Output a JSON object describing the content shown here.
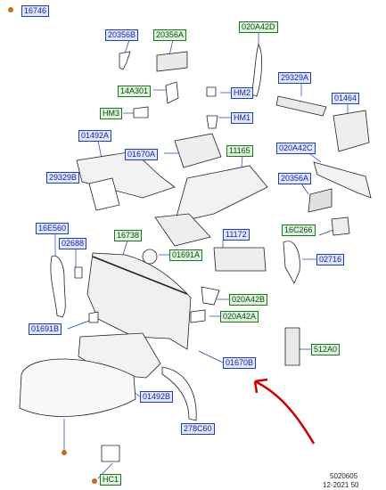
{
  "labels": {
    "top_ref": "16746",
    "l20356b": "20356B",
    "l20356a_top": "20356A",
    "l020a42d": "020A42D",
    "l14a301": "14A301",
    "hm2": "HM2",
    "l29329a": "29329A",
    "hm3": "HM3",
    "hm1": "HM1",
    "l01464": "01464",
    "l01492a": "01492A",
    "l11165": "11165",
    "l01670a": "01670A",
    "l020a42c": "020A42C",
    "l29329b": "29329B",
    "l20356a_mid": "20356A",
    "l16e560": "16E560",
    "l02688": "02688",
    "l16738": "16738",
    "l11172": "11172",
    "l16c266": "16C266",
    "l01691a": "01691A",
    "l02716": "02716",
    "l020a42b": "020A42B",
    "l020a42a": "020A42A",
    "l01691b": "01691B",
    "l512a0": "512A0",
    "l01670b": "01670B",
    "l01492b": "01492B",
    "l278c60": "278C60",
    "hc1": "HC1"
  },
  "footer": {
    "code": "5020605",
    "date": "12-2021 50"
  }
}
